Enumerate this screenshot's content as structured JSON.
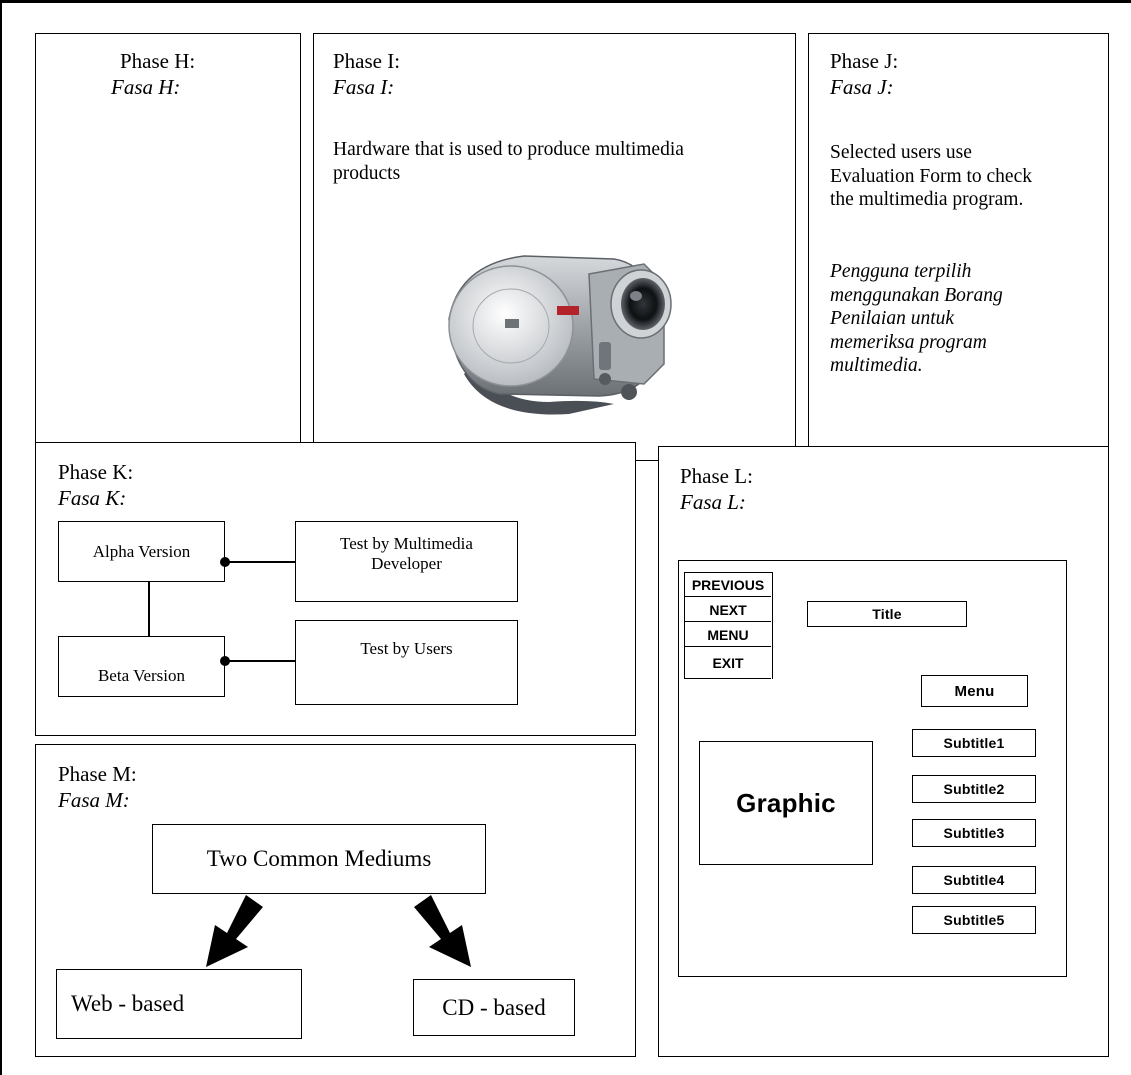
{
  "phase_h": {
    "title": "Phase H:",
    "title_ms": "Fasa H:"
  },
  "phase_i": {
    "title": "Phase I:",
    "title_ms": "Fasa I:",
    "text": "Hardware that is used to produce multimedia products",
    "image_icon": "camcorder-image"
  },
  "phase_j": {
    "title": "Phase J:",
    "title_ms": "Fasa J:",
    "text": "Selected users use Evaluation Form to check the multimedia program.",
    "text_ms": "Pengguna terpilih menggunakan Borang Penilaian untuk memeriksa program multimedia."
  },
  "phase_k": {
    "title": "Phase K:",
    "title_ms": "Fasa K:",
    "alpha": "Alpha Version",
    "beta": "Beta Version",
    "test_dev": "Test by Multimedia Developer",
    "test_users": "Test by Users"
  },
  "phase_l": {
    "title": "Phase L:",
    "title_ms": "Fasa L:",
    "nav": [
      "PREVIOUS",
      "NEXT",
      "MENU",
      "EXIT"
    ],
    "title_box": "Title",
    "menu_box": "Menu",
    "graphic": "Graphic",
    "subtitles": [
      "Subtitle1",
      "Subtitle2",
      "Subtitle3",
      "Subtitle4",
      "Subtitle5"
    ]
  },
  "phase_m": {
    "title": "Phase M:",
    "title_ms": "Fasa M:",
    "mediums": "Two Common Mediums",
    "web": "Web - based",
    "cd": "CD - based"
  }
}
